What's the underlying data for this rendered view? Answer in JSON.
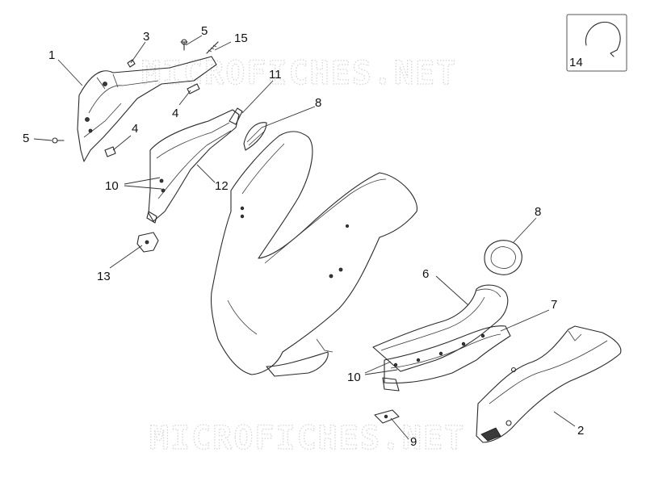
{
  "watermark": {
    "top": "MICROFICHES.NET",
    "bottom": "MICROFICHES.NET"
  },
  "callouts": {
    "c1": "1",
    "c2": "2",
    "c3": "3",
    "c4a": "4",
    "c4b": "4",
    "c5a": "5",
    "c5b": "5",
    "c6": "6",
    "c7": "7",
    "c8a": "8",
    "c8b": "8",
    "c9": "9",
    "c10a": "10",
    "c10b": "10",
    "c11": "11",
    "c12": "12",
    "c13": "13",
    "c14": "14",
    "c15": "15"
  }
}
